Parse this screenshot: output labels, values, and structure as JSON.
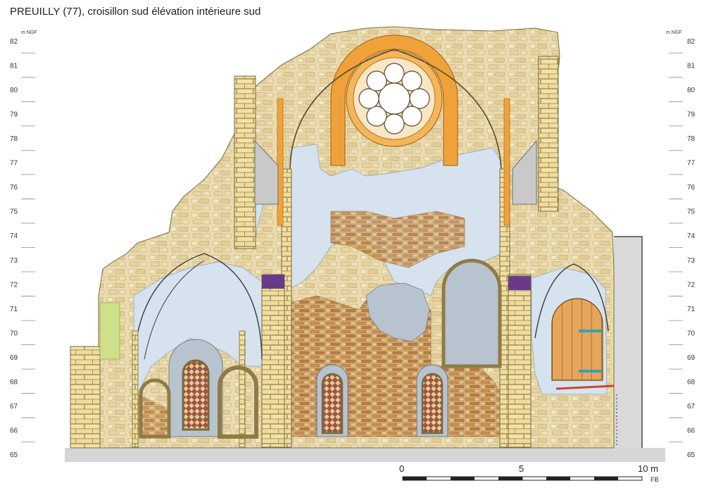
{
  "title": "PREUILLY (77), croisillon sud élévation intérieure sud",
  "axis_unit": "m NGF",
  "altitude_ticks": [
    "65",
    "66",
    "67",
    "68",
    "69",
    "70",
    "71",
    "72",
    "73",
    "74",
    "75",
    "76",
    "77",
    "78",
    "79",
    "80",
    "81",
    "82"
  ],
  "altitude_range": [
    65,
    82
  ],
  "scale_bar": {
    "start_label": "0",
    "mid_label": "5",
    "end_label": "10 m",
    "length_m": 10
  },
  "author_initials": "FB",
  "colors": {
    "freestone": "#f1dfa2",
    "rubble": "#e9d49a",
    "brick": "#c98a4e",
    "plaster": "#d6e3ee",
    "rose_window": "#f0a23a",
    "ground": "#d6d6d6",
    "masonry_outline": "#7a6a3a",
    "repair_purple": "#6a3a8a",
    "door_wood": "#e7a45a",
    "door_metal": "#2aa6b8",
    "stained_glass": "#c9452b"
  }
}
